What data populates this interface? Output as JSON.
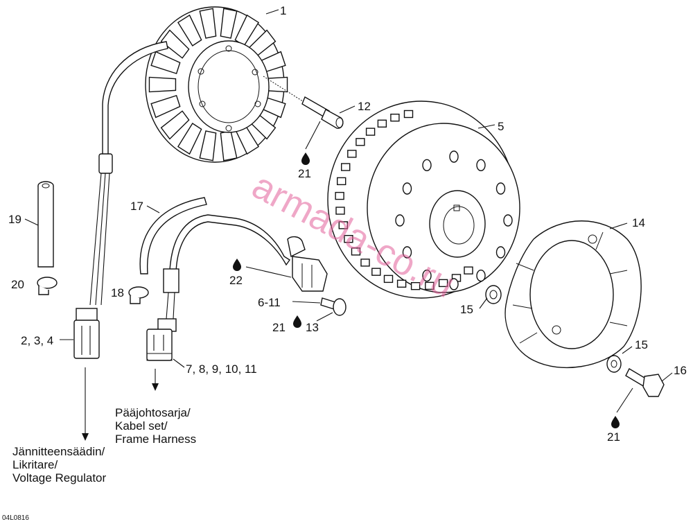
{
  "callouts": {
    "c1": "1",
    "c12": "12",
    "c21a": "21",
    "c5": "5",
    "c19": "19",
    "c17": "17",
    "c20": "20",
    "c18": "18",
    "c22": "22",
    "c611": "6-11",
    "c21b": "21",
    "c13": "13",
    "c14": "14",
    "c15a": "15",
    "c15b": "15",
    "c16": "16",
    "c21c": "21",
    "c234": "2, 3, 4",
    "c7to11": "7, 8, 9, 10, 11"
  },
  "harness_label": [
    "Pääjohtosarja/",
    "Kabel set/",
    "Frame Harness"
  ],
  "regulator_label": [
    "Jännitteensäädin/",
    "Likritare/",
    "Voltage Regulator"
  ],
  "figure_code": "04L0816",
  "watermark": "armada-co.ru",
  "icons": {
    "drop": "oil-drop-icon"
  }
}
